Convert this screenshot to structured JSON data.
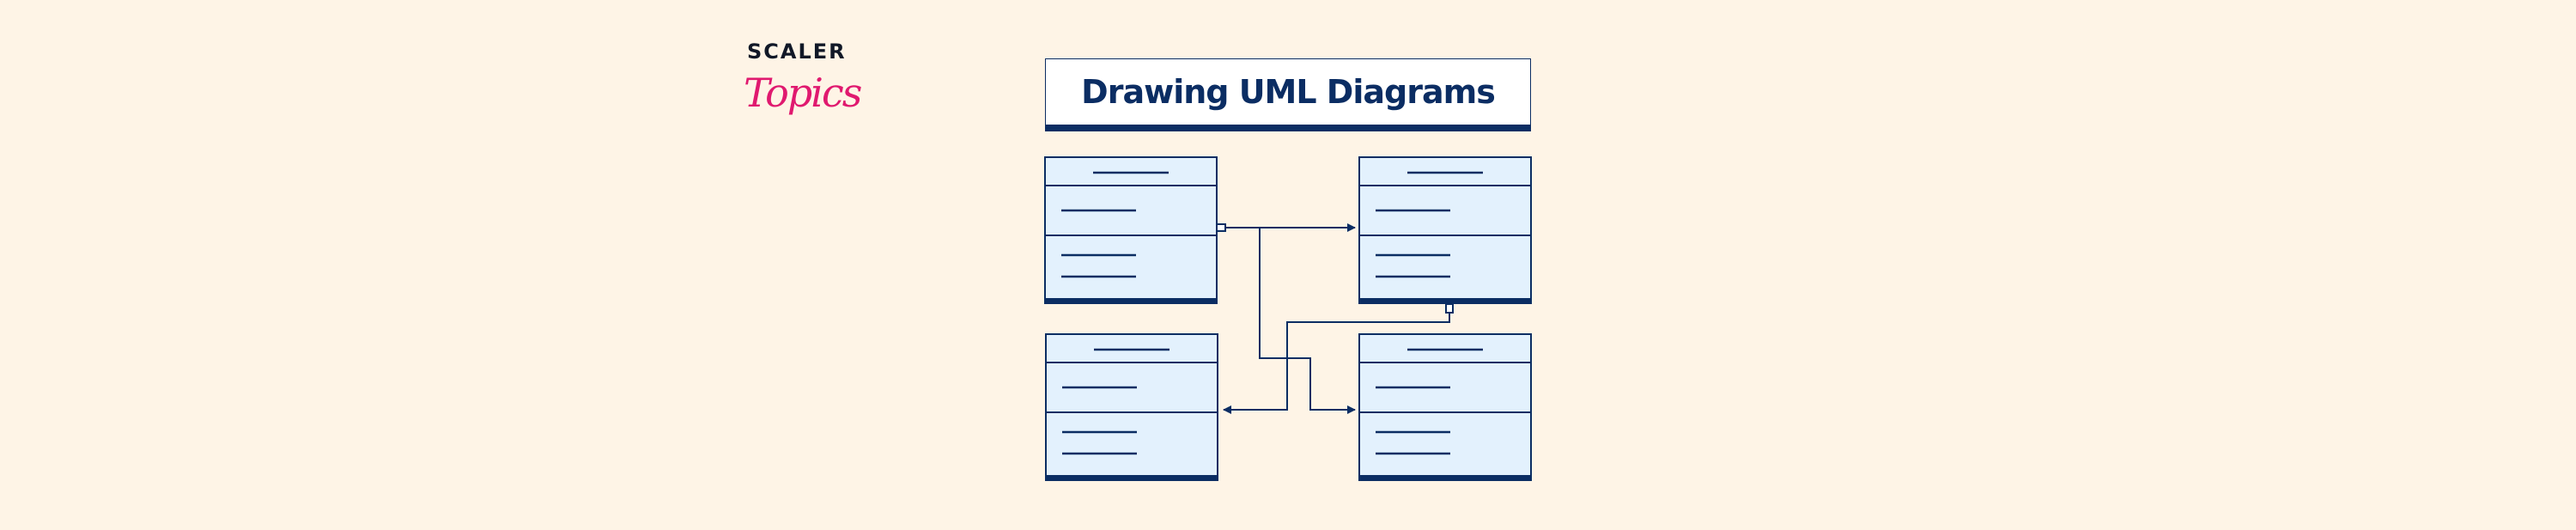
{
  "logo": {
    "top": "SCALER",
    "bottom": "Topics"
  },
  "title": "Drawing UML Diagrams",
  "colors": {
    "background": "#fef4e6",
    "navy": "#0b2d63",
    "box_fill": "#e3f1fd",
    "brand_pink": "#e0196f"
  }
}
